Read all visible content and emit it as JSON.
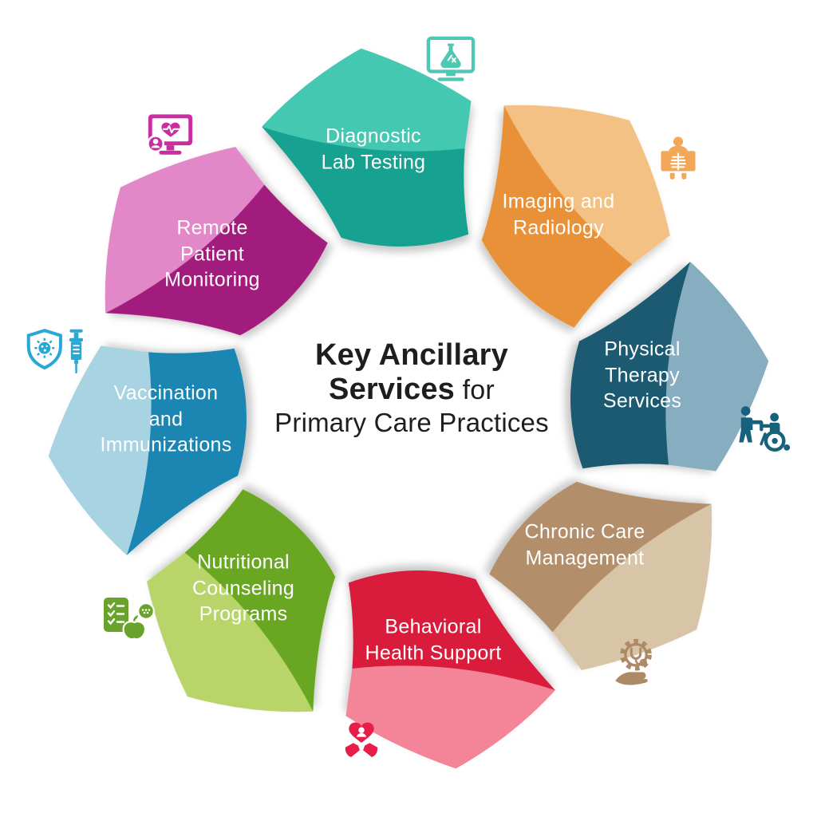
{
  "title": {
    "line1": "Key Ancillary",
    "line2_bold": "Services",
    "line2_regular": " for",
    "line3": "Primary Care Practices"
  },
  "segments": [
    {
      "id": "diagnostic-lab-testing",
      "label": "Diagnostic\nLab Testing",
      "petal_color": "#17a190",
      "fold_color": "#44c8b2",
      "icon": "lab-monitor-icon",
      "icon_color": "#4ec7b3"
    },
    {
      "id": "imaging-and-radiology",
      "label": "Imaging and\nRadiology",
      "petal_color": "#e89137",
      "fold_color": "#f4c184",
      "icon": "xray-icon",
      "icon_color": "#f3a859"
    },
    {
      "id": "physical-therapy-services",
      "label": "Physical\nTherapy\nServices",
      "petal_color": "#1c5a72",
      "fold_color": "#87adc0",
      "icon": "physical-therapy-icon",
      "icon_color": "#16627c"
    },
    {
      "id": "chronic-care-management",
      "label": "Chronic Care\nManagement",
      "petal_color": "#b28f6b",
      "fold_color": "#d8c4a7",
      "icon": "care-gear-stethoscope-icon",
      "icon_color": "#ad8a66"
    },
    {
      "id": "behavioral-health-support",
      "label": "Behavioral\nHealth Support",
      "petal_color": "#d91e3b",
      "fold_color": "#f48498",
      "icon": "heart-in-hands-icon",
      "icon_color": "#e81e4a"
    },
    {
      "id": "nutritional-counseling-programs",
      "label": "Nutritional\nCounseling\nPrograms",
      "petal_color": "#69a721",
      "fold_color": "#b9d468",
      "icon": "nutrition-checklist-apple-icon",
      "icon_color": "#69a32b"
    },
    {
      "id": "vaccination-and-immunizations",
      "label": "Vaccination\nand\nImmunizations",
      "petal_color": "#1f86b2",
      "fold_color": "#a8d3e3",
      "icon": "shield-virus-syringe-icon",
      "icon_color": "#29a8d4"
    },
    {
      "id": "remote-patient-monitoring",
      "label": "Remote\nPatient\nMonitoring",
      "petal_color": "#a21f7d",
      "fold_color": "#e287c7",
      "icon": "monitor-heartbeat-icon",
      "icon_color": "#c92da0"
    }
  ]
}
